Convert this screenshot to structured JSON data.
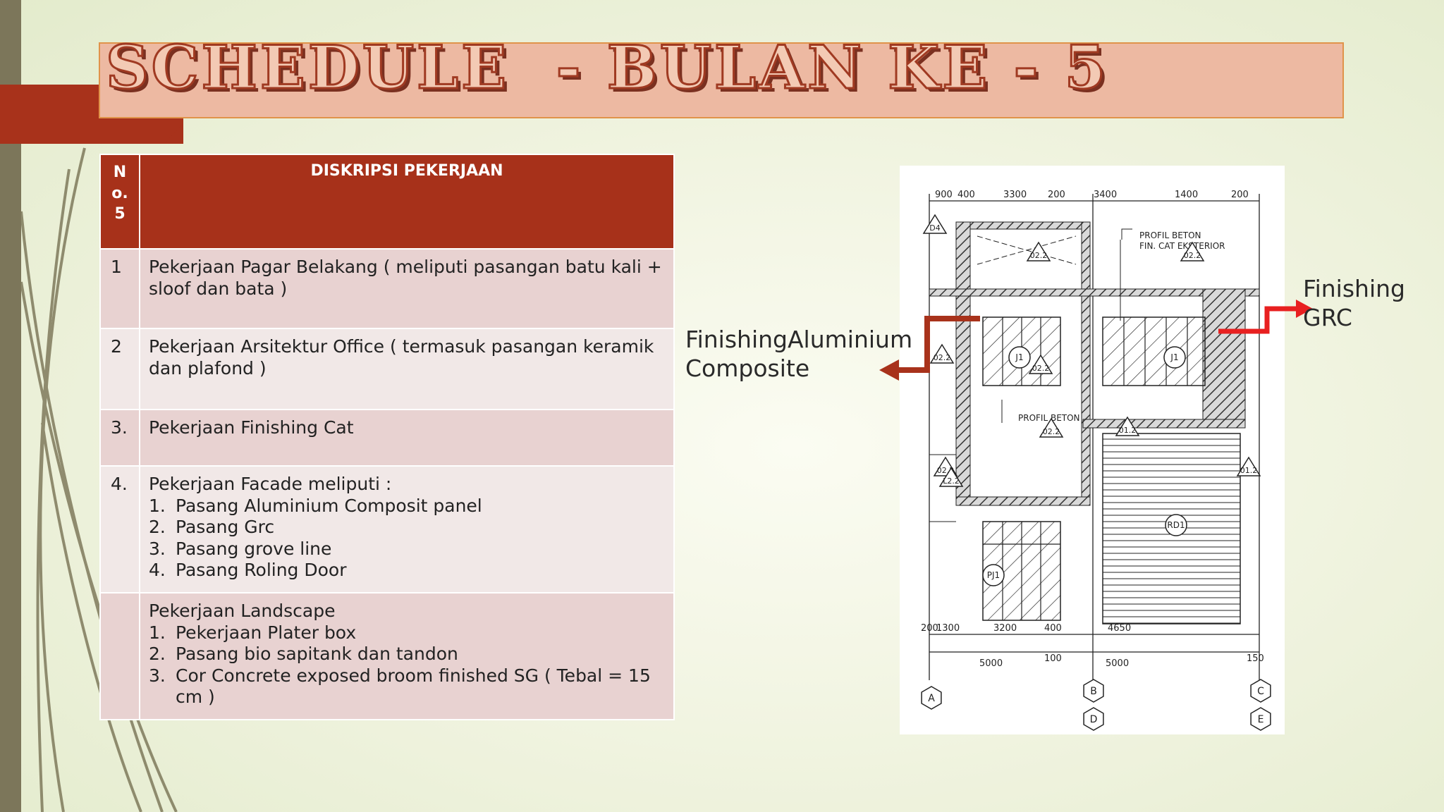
{
  "title": "SCHEDULE  - BULAN KE - 5",
  "table": {
    "header_no": "N\no.\n5",
    "header_desc": "DISKRIPSI   PEKERJAAN",
    "rows": [
      {
        "no": "1",
        "desc": "Pekerjaan  Pagar  Belakang ( meliputi pasangan batu kali + sloof dan bata )"
      },
      {
        "no": "2",
        "desc": "Pekerjaan  Arsitektur  Office  ( termasuk pasangan keramik dan plafond )"
      },
      {
        "no": "3.",
        "desc": "Pekerjaan  Finishing Cat"
      },
      {
        "no": "4.",
        "desc": "Pekerjaan  Facade meliputi  :",
        "items": [
          {
            "n": "1.",
            "t": "Pasang Aluminium Composit panel"
          },
          {
            "n": "2.",
            "t": "Pasang Grc"
          },
          {
            "n": "3.",
            "t": "Pasang grove line"
          },
          {
            "n": "4.",
            "t": "Pasang  Roling Door"
          }
        ]
      },
      {
        "no": "",
        "desc": "Pekerjaan Landscape",
        "items": [
          {
            "n": "1.",
            "t": "Pekerjaan Plater box"
          },
          {
            "n": "2.",
            "t": "Pasang  bio sapitank dan tandon"
          },
          {
            "n": "3.",
            "t": "Cor  Concrete exposed broom finished SG ( Tebal = 15 cm )"
          }
        ]
      }
    ]
  },
  "annotations": {
    "aluminium": "FinishingAluminium\nComposite",
    "grc": "Finishing\nGRC"
  },
  "drawing": {
    "dims_top": [
      "900",
      "400",
      "3300",
      "200",
      "3400",
      "1400",
      "200"
    ],
    "dims_bottom": [
      "200",
      "1300",
      "3200",
      "400",
      "4650"
    ],
    "dims_bottom2": [
      "5000",
      "100",
      "5000",
      "150"
    ],
    "notes": [
      "PROFIL  BETON",
      "FIN. CAT EKSTERIOR",
      "PROFIL  BETON"
    ],
    "tags": [
      "D4",
      "02.2",
      "02.2",
      "02.2",
      "02.2",
      "02.2",
      "01.2",
      "01.2",
      "02.2",
      "L2.2"
    ],
    "circles": [
      "J1",
      "J1",
      "RD1",
      "PJ1"
    ],
    "axes": [
      "A",
      "B",
      "C",
      "D",
      "E"
    ]
  },
  "colors": {
    "accent_red": "#a7311a",
    "title_fill": "#edb9a2",
    "arrow_dark": "#a8321b",
    "arrow_bright": "#e82020"
  }
}
